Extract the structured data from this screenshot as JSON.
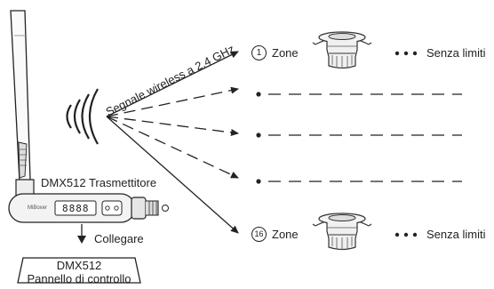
{
  "signal_label": "Segnale wireless a 2.4 GHz",
  "transmitter_label": "DMX512 Trasmettitore",
  "connect_label": "Collegare",
  "panel": {
    "line1": "DMX512",
    "line2": "Pannello di controllo"
  },
  "device_display": "8888",
  "device_brand": "MiBoxer",
  "zones": [
    {
      "number": "1",
      "label": "Zone",
      "suffix": "Senza limiti"
    },
    {
      "number": "16",
      "label": "Zone",
      "suffix": "Senza limiti"
    }
  ]
}
